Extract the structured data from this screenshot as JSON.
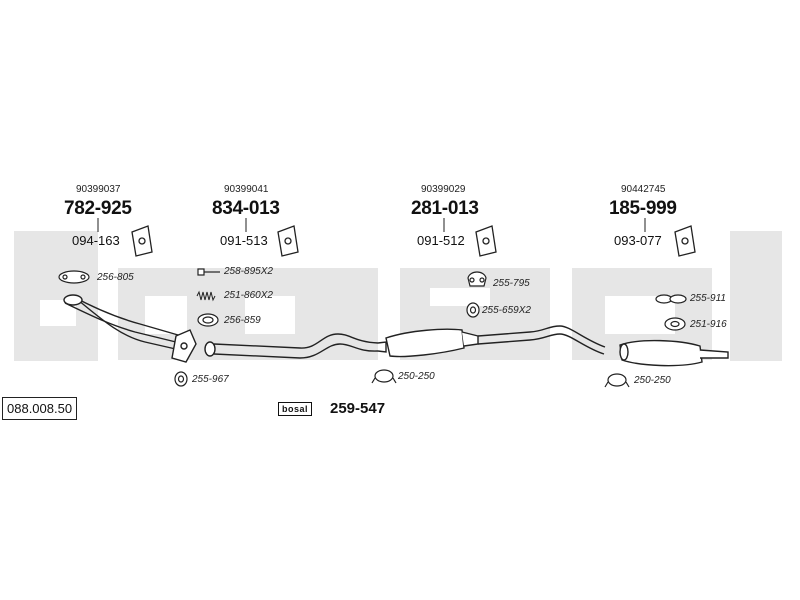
{
  "colors": {
    "watermark": "#e6e6e6",
    "line": "#222222",
    "background": "#ffffff"
  },
  "watermark": "bosal",
  "reference": "088.008.50",
  "kit": {
    "brand": "bosal",
    "number": "259-547"
  },
  "components": [
    {
      "oem": "90399037",
      "part": "782-925",
      "mount": "094-163"
    },
    {
      "oem": "90399041",
      "part": "834-013",
      "mount": "091-513"
    },
    {
      "oem": "90399029",
      "part": "281-013",
      "mount": "091-512"
    },
    {
      "oem": "90442745",
      "part": "185-999",
      "mount": "093-077"
    }
  ],
  "accessories": [
    {
      "id": "gasket-front",
      "part": "256-805"
    },
    {
      "id": "bolt",
      "part": "258-895X2"
    },
    {
      "id": "spring",
      "part": "251-860X2"
    },
    {
      "id": "ring-front",
      "part": "256-859"
    },
    {
      "id": "gasket-collar",
      "part": "255-967"
    },
    {
      "id": "mount-rubber",
      "part": "255-795"
    },
    {
      "id": "ring-mid",
      "part": "255-659X2"
    },
    {
      "id": "clamp-mid",
      "part": "250-250"
    },
    {
      "id": "rubber-rear",
      "part": "255-911"
    },
    {
      "id": "gasket-rear",
      "part": "251-916"
    },
    {
      "id": "clamp-rear",
      "part": "250-250"
    }
  ]
}
